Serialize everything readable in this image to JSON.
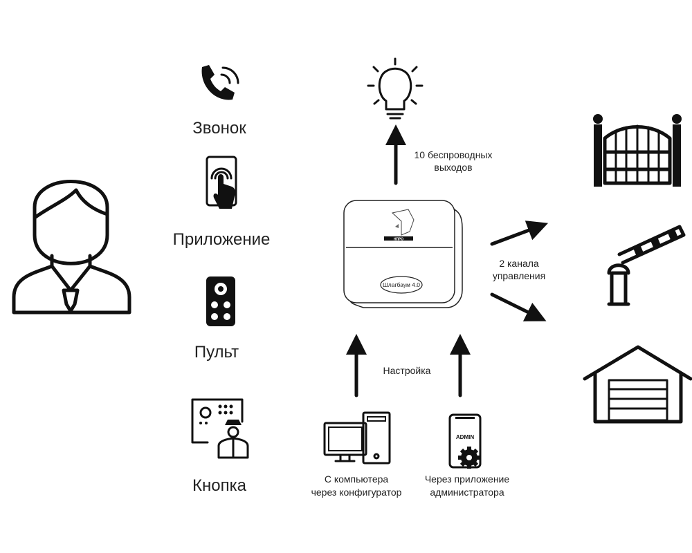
{
  "inputs": {
    "call": "Звонок",
    "app": "Приложение",
    "remote": "Пульт",
    "button": "Кнопка"
  },
  "device": {
    "brand": "НПРО",
    "model": "Шлагбаум 4.0"
  },
  "outputs": {
    "wireless_line1": "10 беспроводных",
    "wireless_line2": "выходов",
    "channels_line1": "2 канала",
    "channels_line2": "управления"
  },
  "setup": {
    "title": "Настройка",
    "computer_line1": "С компьютера",
    "computer_line2": "через конфигуратор",
    "admin_line1": "Через приложение",
    "admin_line2": "администратора",
    "admin_screen": "ADMIN"
  }
}
